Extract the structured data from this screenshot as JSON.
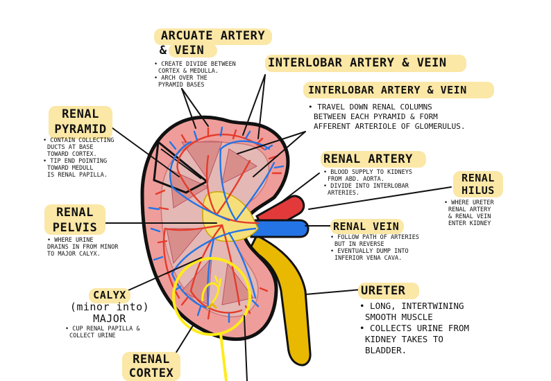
{
  "labels": {
    "arcuate": {
      "title_lines": [
        "Arcuate artery",
        "& vein"
      ],
      "notes": [
        "• create divide between",
        "cortex & medulla.",
        "• arch over the",
        "pyramid bases"
      ]
    },
    "interlobar_1": {
      "title": "Interlobar artery & vein"
    },
    "interlobar_2": {
      "title": "Interlobar artery & vein",
      "notes": [
        "• travel down renal columns",
        "between each pyramid & form",
        "afferent arteriole of glomerulus."
      ]
    },
    "renal_pyramid": {
      "title_lines": [
        "Renal",
        "Pyramid"
      ],
      "notes": [
        "• contain collecting",
        "ducts at base",
        "toward cortex.",
        "• tip end pointing",
        "toward medull",
        "is renal papilla."
      ]
    },
    "renal_artery": {
      "title": "Renal artery",
      "notes": [
        "• blood supply to kidneys",
        "from abd. aorta.",
        "• divide into interlobar",
        "arteries."
      ]
    },
    "renal_hilus": {
      "title_lines": [
        "Renal",
        "Hilus"
      ],
      "notes": [
        "• where ureter",
        "renal artery",
        "& renal vein",
        "enter kidney"
      ]
    },
    "renal_pelvis": {
      "title_lines": [
        "Renal",
        "Pelvis"
      ],
      "notes": [
        "• where urine",
        "drains in from minor",
        "to major calyx."
      ]
    },
    "renal_vein": {
      "title": "Renal vein",
      "notes": [
        "• follow path of arteries",
        "but in reverse",
        "• eventually dump into",
        "inferior vena cava."
      ]
    },
    "calyx": {
      "title_lines": [
        "Calyx",
        "(minor into)",
        "major"
      ],
      "notes": [
        "• cup renal papilla &",
        "collect urine"
      ]
    },
    "ureter": {
      "title": "Ureter",
      "notes": [
        "• long, intertwining",
        "smooth muscle",
        "• collects urine from",
        "kidney takes to",
        "bladder."
      ]
    },
    "renal_cortex": {
      "title_lines": [
        "Renal",
        "Cortex"
      ]
    }
  },
  "colors": {
    "highlight": "#fbe7a6",
    "kidney_outline": "#111111",
    "cortex": "#ef9d9a",
    "medulla": "#e4b8b4",
    "pyramid": "#d88f8c",
    "pelvis": "#f6df7a",
    "artery": "#e53b2a",
    "artery_main": "#e23a3a",
    "vein": "#2474e6",
    "ureter": "#e9b800",
    "yellow_line": "#ffeb1a"
  },
  "icons": [
    "kidney-diagram",
    "renal-artery-vessel",
    "renal-vein-vessel",
    "ureter-tube",
    "nephron-circle"
  ]
}
